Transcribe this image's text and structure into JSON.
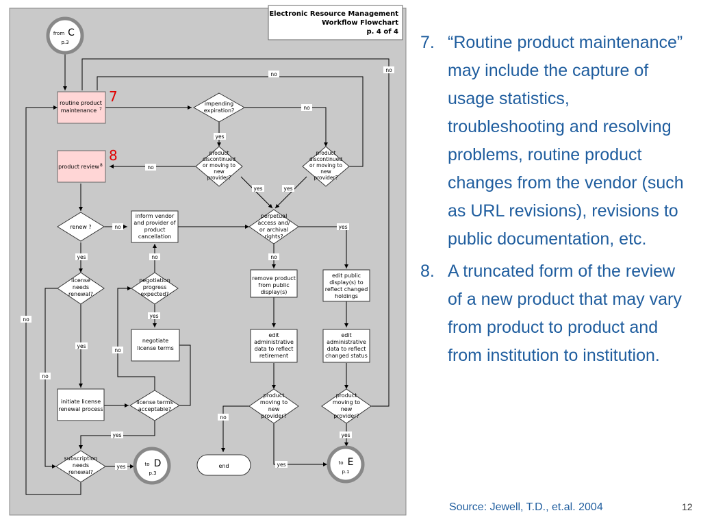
{
  "header": {
    "line1": "Electronic Resource Management",
    "line2": "Workflow Flowchart",
    "line3": "p. 4 of 4"
  },
  "callouts": {
    "n7": "7",
    "n8": "8"
  },
  "connectors": {
    "from_c": {
      "prefix": "from",
      "letter": "C",
      "page": "p.3"
    },
    "to_d": {
      "prefix": "to",
      "letter": "D",
      "page": "p.3"
    },
    "to_e": {
      "prefix": "to",
      "letter": "E",
      "page": "p.1"
    }
  },
  "boxes": {
    "routine": [
      "routine product",
      "maintenance"
    ],
    "routine_sup": "7",
    "review": "product review",
    "review_sup": "8",
    "inform": [
      "inform vendor",
      "and provider of",
      "product",
      "cancellation"
    ],
    "negotiate": [
      "negotiate",
      "license terms"
    ],
    "initiate": [
      "initiate license",
      "renewal process"
    ],
    "remove": [
      "remove product",
      "from public",
      "display(s)"
    ],
    "edit_display": [
      "edit public",
      "display(s) to",
      "reflect changed",
      "holdings"
    ],
    "edit_admin_ret": [
      "edit",
      "administrative",
      "data to reflect",
      "retirement"
    ],
    "edit_admin_chg": [
      "edit",
      "administrative",
      "data to reflect",
      "changed status"
    ],
    "end": "end"
  },
  "decisions": {
    "impending": [
      "impending",
      "expiration?"
    ],
    "disc_left": [
      "product",
      "discontinued",
      "or moving to",
      "new",
      "provider?"
    ],
    "disc_right": [
      "product",
      "discontinued",
      "or moving to",
      "new",
      "provider?"
    ],
    "renew": "renew ?",
    "perpetual": [
      "perpetual",
      "access and/",
      "or archival",
      "rights?"
    ],
    "license_needs": [
      "license",
      "needs",
      "renewal?"
    ],
    "negotiation": [
      "negotiation",
      "progress",
      "expected?"
    ],
    "terms_acc": [
      "license terms",
      "acceptable?"
    ],
    "moving_left": [
      "product",
      "moving to",
      "new",
      "provider?"
    ],
    "moving_right": [
      "product",
      "moving to",
      "new",
      "provider?"
    ],
    "subscription": [
      "subscription",
      "needs",
      "renewal?"
    ]
  },
  "labels": {
    "yes": "yes",
    "no": "no"
  },
  "notes": [
    {
      "num": "7.",
      "text": "“Routine product maintenance” may include the capture of usage statistics, troubleshooting and resolving problems, routine product changes from the vendor (such as URL revisions), revisions to public documentation, etc."
    },
    {
      "num": "8.",
      "text": "A truncated form of the review of a new product that may vary from product to product and from institution to institution."
    }
  ],
  "source": "Source: Jewell, T.D., et.al. 2004",
  "page_number": "12",
  "colors": {
    "panel": "#c9c9c9",
    "pink": "#ffd6d6",
    "callout": "#e00000",
    "text_blue": "#1f5d9e"
  }
}
